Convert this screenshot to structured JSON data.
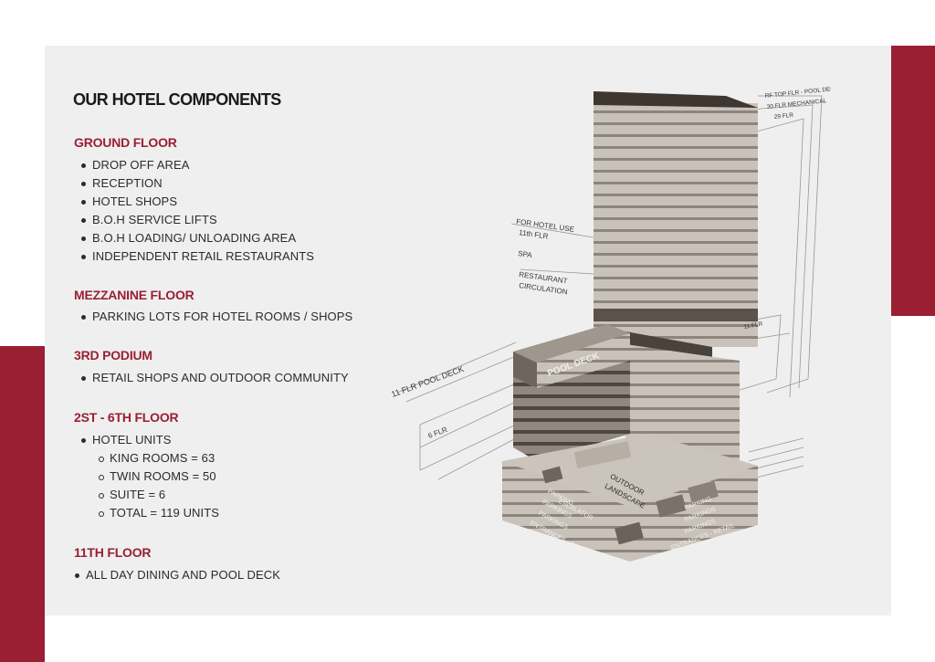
{
  "title": "OUR HOTEL COMPONENTS",
  "sections": [
    {
      "heading": "GROUND FLOOR",
      "items": [
        "DROP OFF AREA",
        "RECEPTION",
        "HOTEL SHOPS",
        "B.O.H SERVICE LIFTS",
        "B.O.H LOADING/ UNLOADING AREA",
        "INDEPENDENT RETAIL RESTAURANTS"
      ]
    },
    {
      "heading": "MEZZANINE FLOOR",
      "items": [
        "PARKING LOTS FOR HOTEL ROOMS / SHOPS"
      ]
    },
    {
      "heading": "3RD PODIUM",
      "items": [
        "RETAIL SHOPS AND OUTDOOR COMMUNITY"
      ]
    },
    {
      "heading": "2ST - 6TH FLOOR",
      "items": [
        "HOTEL UNITS"
      ],
      "subitems": [
        "KING ROOMS = 63",
        "TWIN ROOMS = 50",
        "SUITE = 6",
        "TOTAL = 119 UNITS"
      ]
    },
    {
      "heading": "11TH FLOOR",
      "items": [
        "ALL DAY DINING AND POOL DECK"
      ]
    }
  ],
  "diagram_labels": {
    "pool_deck": "POOL DECK",
    "outdoor": "OUTDOOR",
    "landscape": "LANDSCAPE",
    "escalator": "ESCALATOR",
    "parking_1": "PARKING",
    "parking_2": "PARKINGS",
    "parking_3": "PARKINGS",
    "entrances_retail": "ENTRANCES - RETAIL",
    "right_parking_1": "PARKING",
    "right_parking_2": "PARKINGS",
    "right_parking_3": "PARKINGS",
    "right_entrances": "ENTRANCES - RETAIL",
    "for_hotel_use": "FOR HOTEL USE",
    "eleventh_flr": "11th FLR",
    "spa": "SPA",
    "restaurant": "RESTAURANT",
    "circulation": "CIRCULATION",
    "rf_pool_deck": "RF TOP FLR - POOL DECK",
    "mechanical": "30 FLR MECHANICAL",
    "flr_29": "29 FLR",
    "flr_11_pool": "11 FLR POOL DECK",
    "flr_6": "6 FLR",
    "flr_11_right": "11 FLR"
  },
  "colors": {
    "accent": "#9a1f33",
    "panel": "#efefef"
  }
}
